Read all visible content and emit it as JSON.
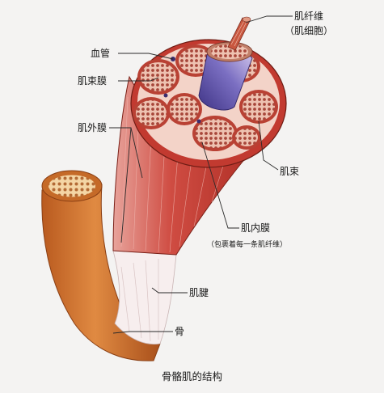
{
  "diagram": {
    "title": "骨骼肌的结构",
    "labels": {
      "muscle_fiber": "肌纤维",
      "muscle_cell": "（肌细胞）",
      "blood_vessel": "血管",
      "perimysium": "肌束膜",
      "epimysium": "肌外膜",
      "fascicle": "肌束",
      "endomysium": "肌内膜",
      "endomysium_note": "（包裹着每一条肌纤维）",
      "tendon": "肌腱",
      "bone": "骨"
    }
  },
  "colors": {
    "background": "#f4f3f2",
    "muscle": "#c8443a",
    "muscle_dark": "#8e2a22",
    "bone": "#d2742f",
    "bone_marrow": "#f2c98a",
    "tendon": "#f6ecec",
    "fiber": "#6b4f9e",
    "fiber_core": "#b9a7d6"
  }
}
